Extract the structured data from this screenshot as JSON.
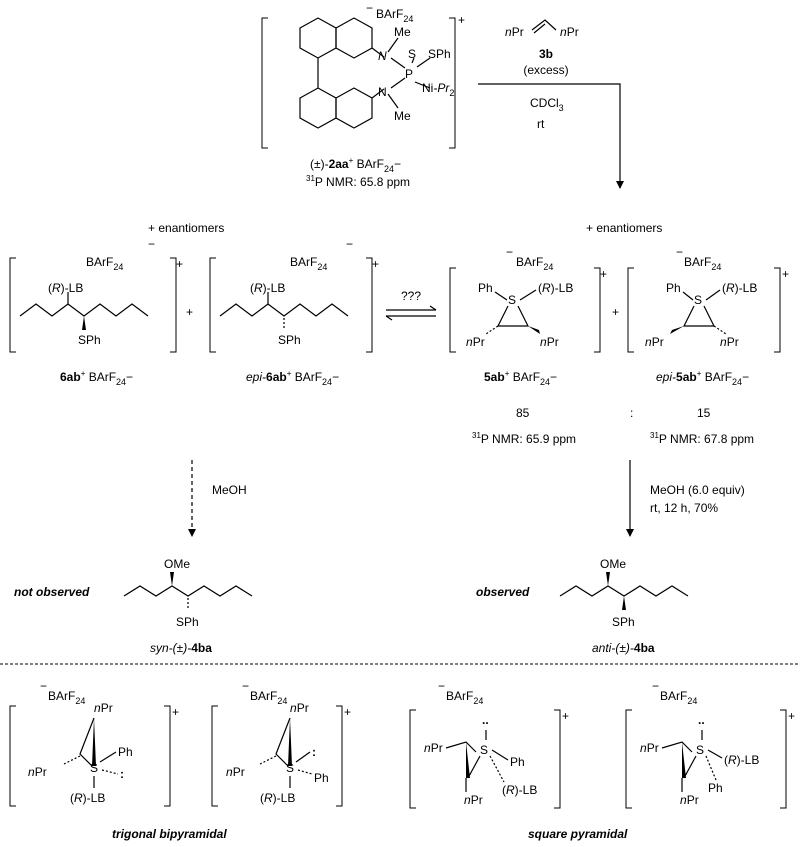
{
  "reagent": {
    "anion": "BArF",
    "anion_sub": "24",
    "name_prefix": "(±)-",
    "name_bold": "2aa",
    "name_suffix": "+ BArF",
    "name_sub": "24",
    "nmr_sup": "31",
    "nmr": "P NMR: 65.8 ppm",
    "atoms": {
      "n": "N",
      "p": "P",
      "s": "S",
      "sph": "SPh",
      "me": "Me",
      "ni": "Ni",
      "ni_it": "-Pr",
      "ni_sub": "2"
    },
    "charge": "+"
  },
  "alkene": {
    "label_n": "n",
    "label": "Pr",
    "bold_label": "3b",
    "note": "(excess)"
  },
  "reaction1": {
    "solvent": "CDCl",
    "solvent_sub": "3",
    "temp": "rt"
  },
  "enantiomers_note": "+ enantiomers",
  "equilibrium_label": "???",
  "left_products": [
    {
      "anion": "BArF",
      "anion_sub": "24",
      "lb": "(R)-LB",
      "sph": "SPh",
      "prefix": "",
      "bold": "6ab",
      "suffix": "+ BArF",
      "sub": "24"
    },
    {
      "anion": "BArF",
      "anion_sub": "24",
      "lb": "(R)-LB",
      "sph": "SPh",
      "prefix": "epi-",
      "bold": "6ab",
      "suffix": "+ BArF",
      "sub": "24"
    }
  ],
  "right_products": [
    {
      "anion": "BArF",
      "anion_sub": "24",
      "s": "S",
      "ph": "Ph",
      "lb": "(R)-LB",
      "npr": "nPr",
      "prefix": "",
      "bold": "5ab",
      "suffix": "+ BArF",
      "sub": "24",
      "ratio": "85",
      "nmr_sup": "31",
      "nmr": "P NMR: 65.9 ppm"
    },
    {
      "anion": "BArF",
      "anion_sub": "24",
      "s": "S",
      "ph": "Ph",
      "lb": "(R)-LB",
      "npr": "nPr",
      "prefix": "epi-",
      "bold": "5ab",
      "suffix": "+ BArF",
      "sub": "24",
      "ratio": "15",
      "nmr_sup": "31",
      "nmr": "P NMR: 67.8 ppm"
    }
  ],
  "ratio_separator": ":",
  "methanolysis_left": {
    "reagent": "MeOH"
  },
  "methanolysis_right": {
    "reagent": "MeOH (6.0 equiv)",
    "conditions": "rt, 12 h, 70%"
  },
  "final_products": [
    {
      "status": "not observed",
      "ome": "OMe",
      "sph": "SPh",
      "prefix": "syn-(±)-",
      "bold": "4ba"
    },
    {
      "status": "observed",
      "ome": "OMe",
      "sph": "SPh",
      "prefix": "anti-(±)-",
      "bold": "4ba"
    }
  ],
  "geometries": [
    {
      "label": "trigonal bipyramidal"
    },
    {
      "label": "square pyramidal"
    }
  ],
  "bottom_structures": [
    {
      "anion": "BArF",
      "anion_sub": "24",
      "npr_top": "nPr",
      "npr_left": "nPr",
      "ph": "Ph",
      "lb": "(R)-LB",
      "s": "S"
    },
    {
      "anion": "BArF",
      "anion_sub": "24",
      "npr_top": "nPr",
      "npr_left": "nPr",
      "ph": "Ph",
      "lb": "(R)-LB",
      "s": "S"
    },
    {
      "anion": "BArF",
      "anion_sub": "24",
      "npr_top": "nPr",
      "npr_bottom": "nPr",
      "ph": "Ph",
      "lb": "(R)-LB",
      "s": "S"
    },
    {
      "anion": "BArF",
      "anion_sub": "24",
      "npr_top": "nPr",
      "npr_bottom": "nPr",
      "ph": "Ph",
      "lb": "(R)-LB",
      "s": "S"
    }
  ],
  "charge": "+",
  "minus": "−"
}
